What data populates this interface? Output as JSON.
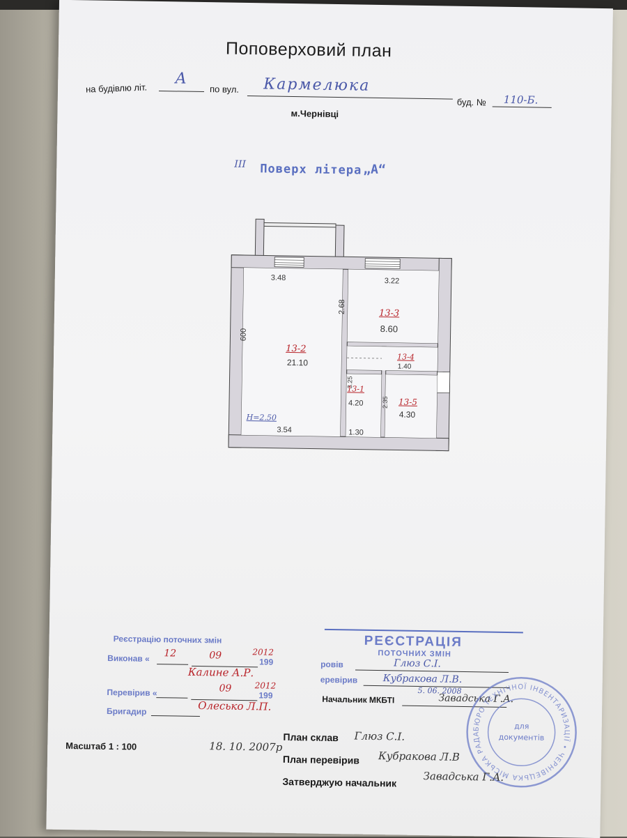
{
  "document": {
    "title": "Поповерховий план",
    "building_label": "на будівлю  літ.",
    "building_lit": "А",
    "street_label": "по вул.",
    "street": "Кармелюка",
    "house_label": "буд. №",
    "house_no": "110-Б.",
    "city": "м.Чернівці",
    "floor_no": "III",
    "floor_label": "Поверх літера",
    "floor_lit": "„А“"
  },
  "plan": {
    "rooms": [
      {
        "id": "13-2",
        "area": "21.10"
      },
      {
        "id": "13-3",
        "area": "8.60"
      },
      {
        "id": "13-4",
        "area": "1.40"
      },
      {
        "id": "13-1",
        "area": "4.20"
      },
      {
        "id": "13-5",
        "area": "4.30"
      }
    ],
    "dims": {
      "d1": "3.48",
      "d2": "3.22",
      "d3": "600",
      "d4": "2.68",
      "d5": "3.54",
      "d6": "1.30",
      "d7": "3.25",
      "d8": "2.35",
      "height": "H=2.50"
    }
  },
  "registry": {
    "title": "Реєстрацію поточних змін",
    "executed_label": "Виконав «",
    "executed_day": "12",
    "executed_month": "09",
    "executed_year_pre": "199",
    "executed_year": "2012",
    "executed_by": "Калине А.Р.",
    "checked_label": "Перевірив «",
    "checked_month": "09",
    "checked_year_pre": "199",
    "checked_year": "2012",
    "checked_by": "Олесько Л.П.",
    "brigadier_label": "Бригадир"
  },
  "stamp": {
    "title": "РЕЄСТРАЦІЯ",
    "subtitle": "ПОТОЧНИХ ЗМІН",
    "row1_label": "ровів",
    "row1_value": "Глюз С.І.",
    "row2_label": "еревірив",
    "row2_value": "Кубракова Л.В.",
    "row2_date": "5. 06. 2008",
    "row3_label": "Начальник МКБТІ",
    "row3_value": "Завадська Г.А.",
    "seal_inner_1": "для",
    "seal_inner_2": "документів",
    "seal_ring": "БЮРО ТЕХНІЧНОЇ ІНВЕНТАРИЗАЦІЇ • ЧЕРНІВЕЦЬКА МІСЬКА РАДА • РАЙОН"
  },
  "footer": {
    "scale": "Масштаб  1 : 100",
    "date": "18. 10. 2007р",
    "composed_label": "План склав",
    "composed_by": "Глюз С.І.",
    "checked_label": "План перевірив",
    "checked_by": "Кубракова Л.В",
    "approved_label": "Затверджую начальник",
    "approved_by": "Завадська Г.А."
  },
  "colors": {
    "pencil_blue": "#4a58a8",
    "ink_red": "#b8242a",
    "stamp_blue": "#5a6fc0",
    "wall_fill": "#d8d5dc"
  }
}
